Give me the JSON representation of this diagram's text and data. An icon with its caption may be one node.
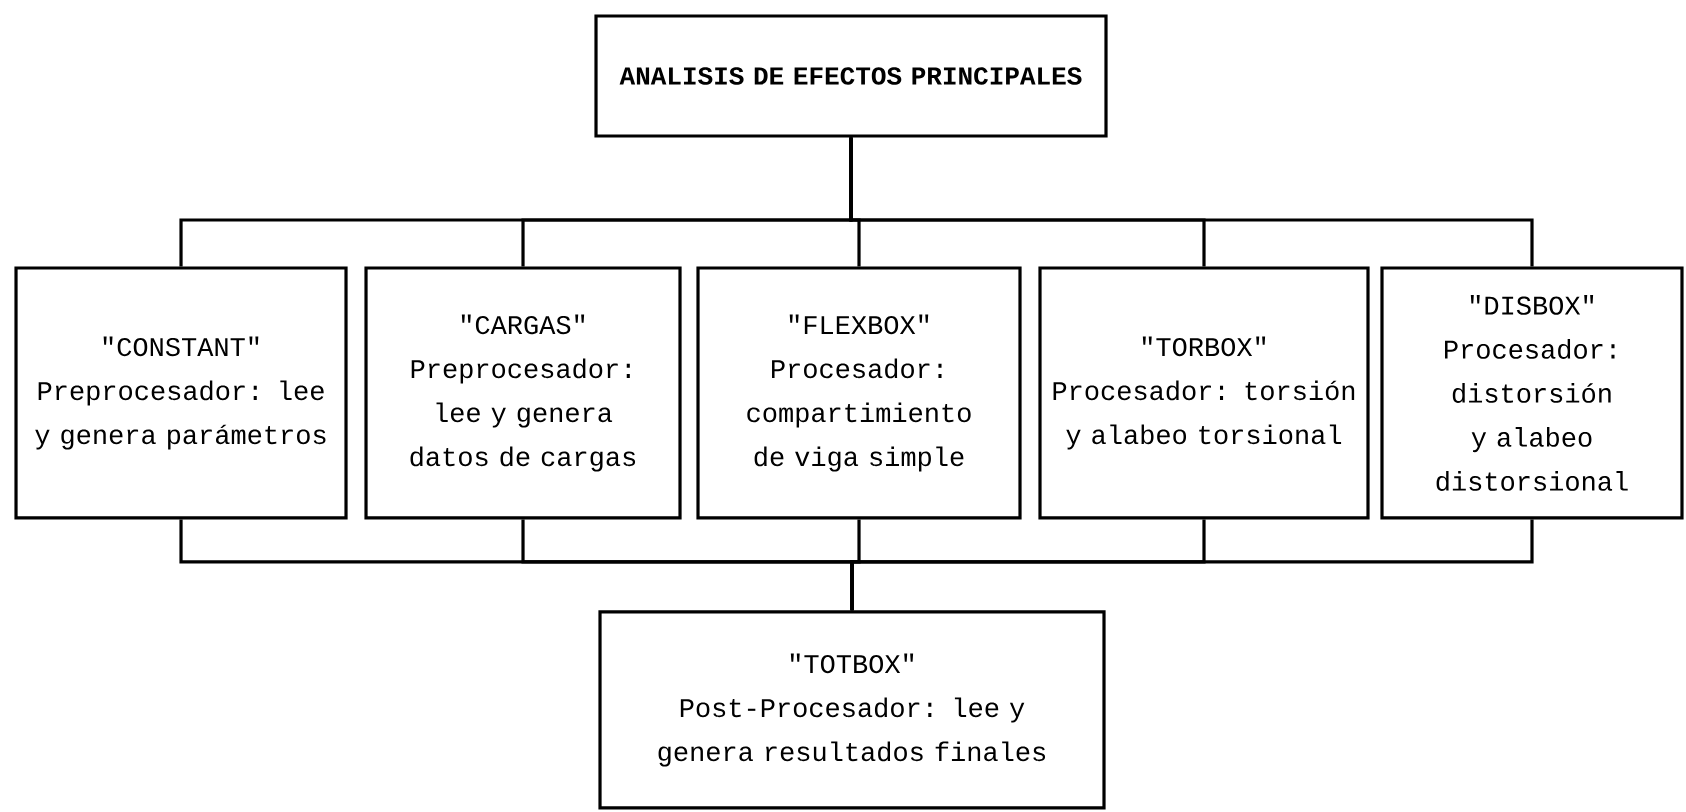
{
  "diagram": {
    "nodes": [
      {
        "text": [
          "ANALISIS DE EFECTOS PRINCIPALES"
        ]
      },
      {
        "text": [
          "\"CONSTANT\"",
          "Preprocesador: lee y genera parámetros"
        ]
      },
      {
        "text": [
          "\"CARGAS\"",
          "Preprocesador: lee y genera datos de cargas"
        ]
      },
      {
        "text": [
          "\"FLEXBOX\"",
          "Procesador: compartimiento de viga simple"
        ]
      },
      {
        "text": [
          "\"TORBOX\"",
          "Procesador: torsión y alabeo torsional"
        ]
      },
      {
        "text": [
          "\"DISBOX\"",
          "Procesador: distorsión y alabeo distorsional"
        ]
      },
      {
        "text": [
          "\"TOTBOX\"",
          "Post-Procesador: lee y genera resultados finales"
        ]
      }
    ],
    "edges": [
      {
        "from": 0,
        "to": 1,
        "arrow": "none"
      },
      {
        "from": 0,
        "to": 2,
        "arrow": "none"
      },
      {
        "from": 0,
        "to": 3,
        "arrow": "none"
      },
      {
        "from": 0,
        "to": 4,
        "arrow": "none"
      },
      {
        "from": 0,
        "to": 5,
        "arrow": "none"
      },
      {
        "from": 1,
        "to": 6,
        "arrow": "none"
      },
      {
        "from": 2,
        "to": 6,
        "arrow": "none"
      },
      {
        "from": 3,
        "to": 6,
        "arrow": "none"
      },
      {
        "from": 4,
        "to": 6,
        "arrow": "none"
      },
      {
        "from": 5,
        "to": 6,
        "arrow": "none"
      }
    ]
  }
}
